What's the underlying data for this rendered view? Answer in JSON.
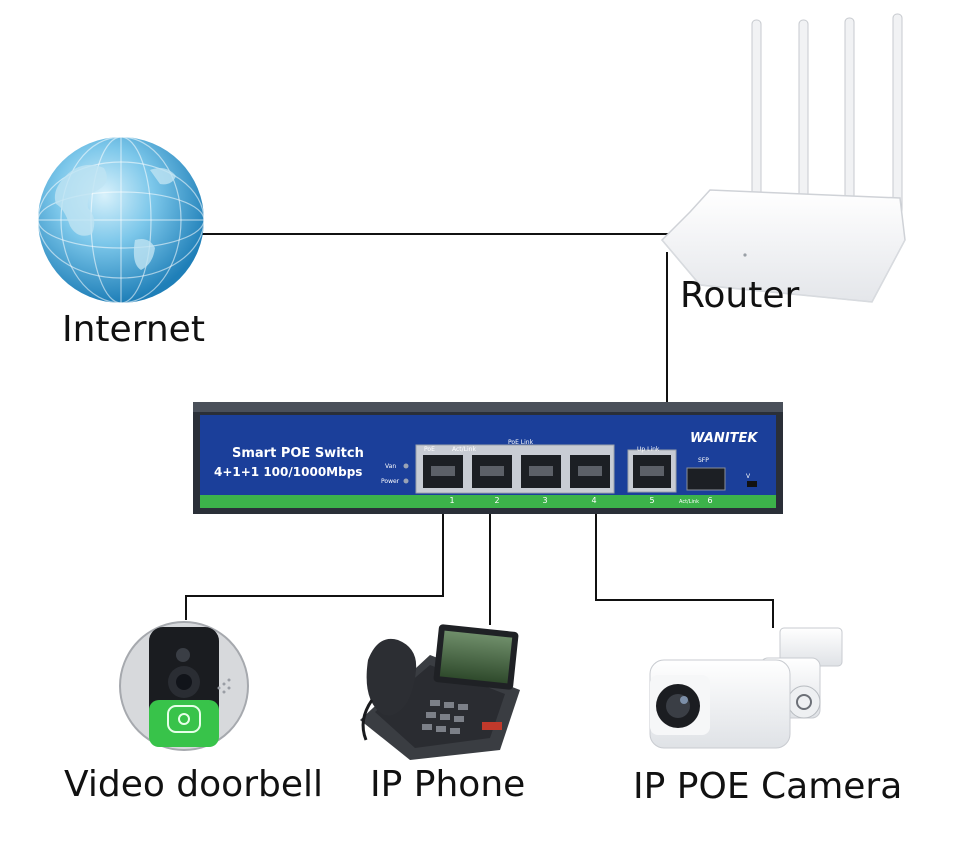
{
  "nodes": {
    "internet": "Internet",
    "router": "Router",
    "doorbell": "Video doorbell",
    "phone": "IP Phone",
    "camera": "IP POE Camera"
  },
  "switch": {
    "title": "Smart POE Switch",
    "subtitle": "4+1+1 100/1000Mbps",
    "brand": "WANITEK",
    "led_van": "Van",
    "led_power": "Power",
    "poe_label": "PoE",
    "act_link_label": "Act/Link",
    "poe_link_label": "PoE Link",
    "uplink_label": "Up Link",
    "sfp_label": "SFP",
    "port_numbers": [
      "1",
      "2",
      "3",
      "4",
      "5",
      "6"
    ],
    "act_link_bottom": "Act/Link",
    "mode_label": "V"
  },
  "colors": {
    "switch_front": "#1b3f9a",
    "switch_stripe": "#3cb34a",
    "globe": "#3aa7d8",
    "doorbell_green": "#38c34a"
  }
}
